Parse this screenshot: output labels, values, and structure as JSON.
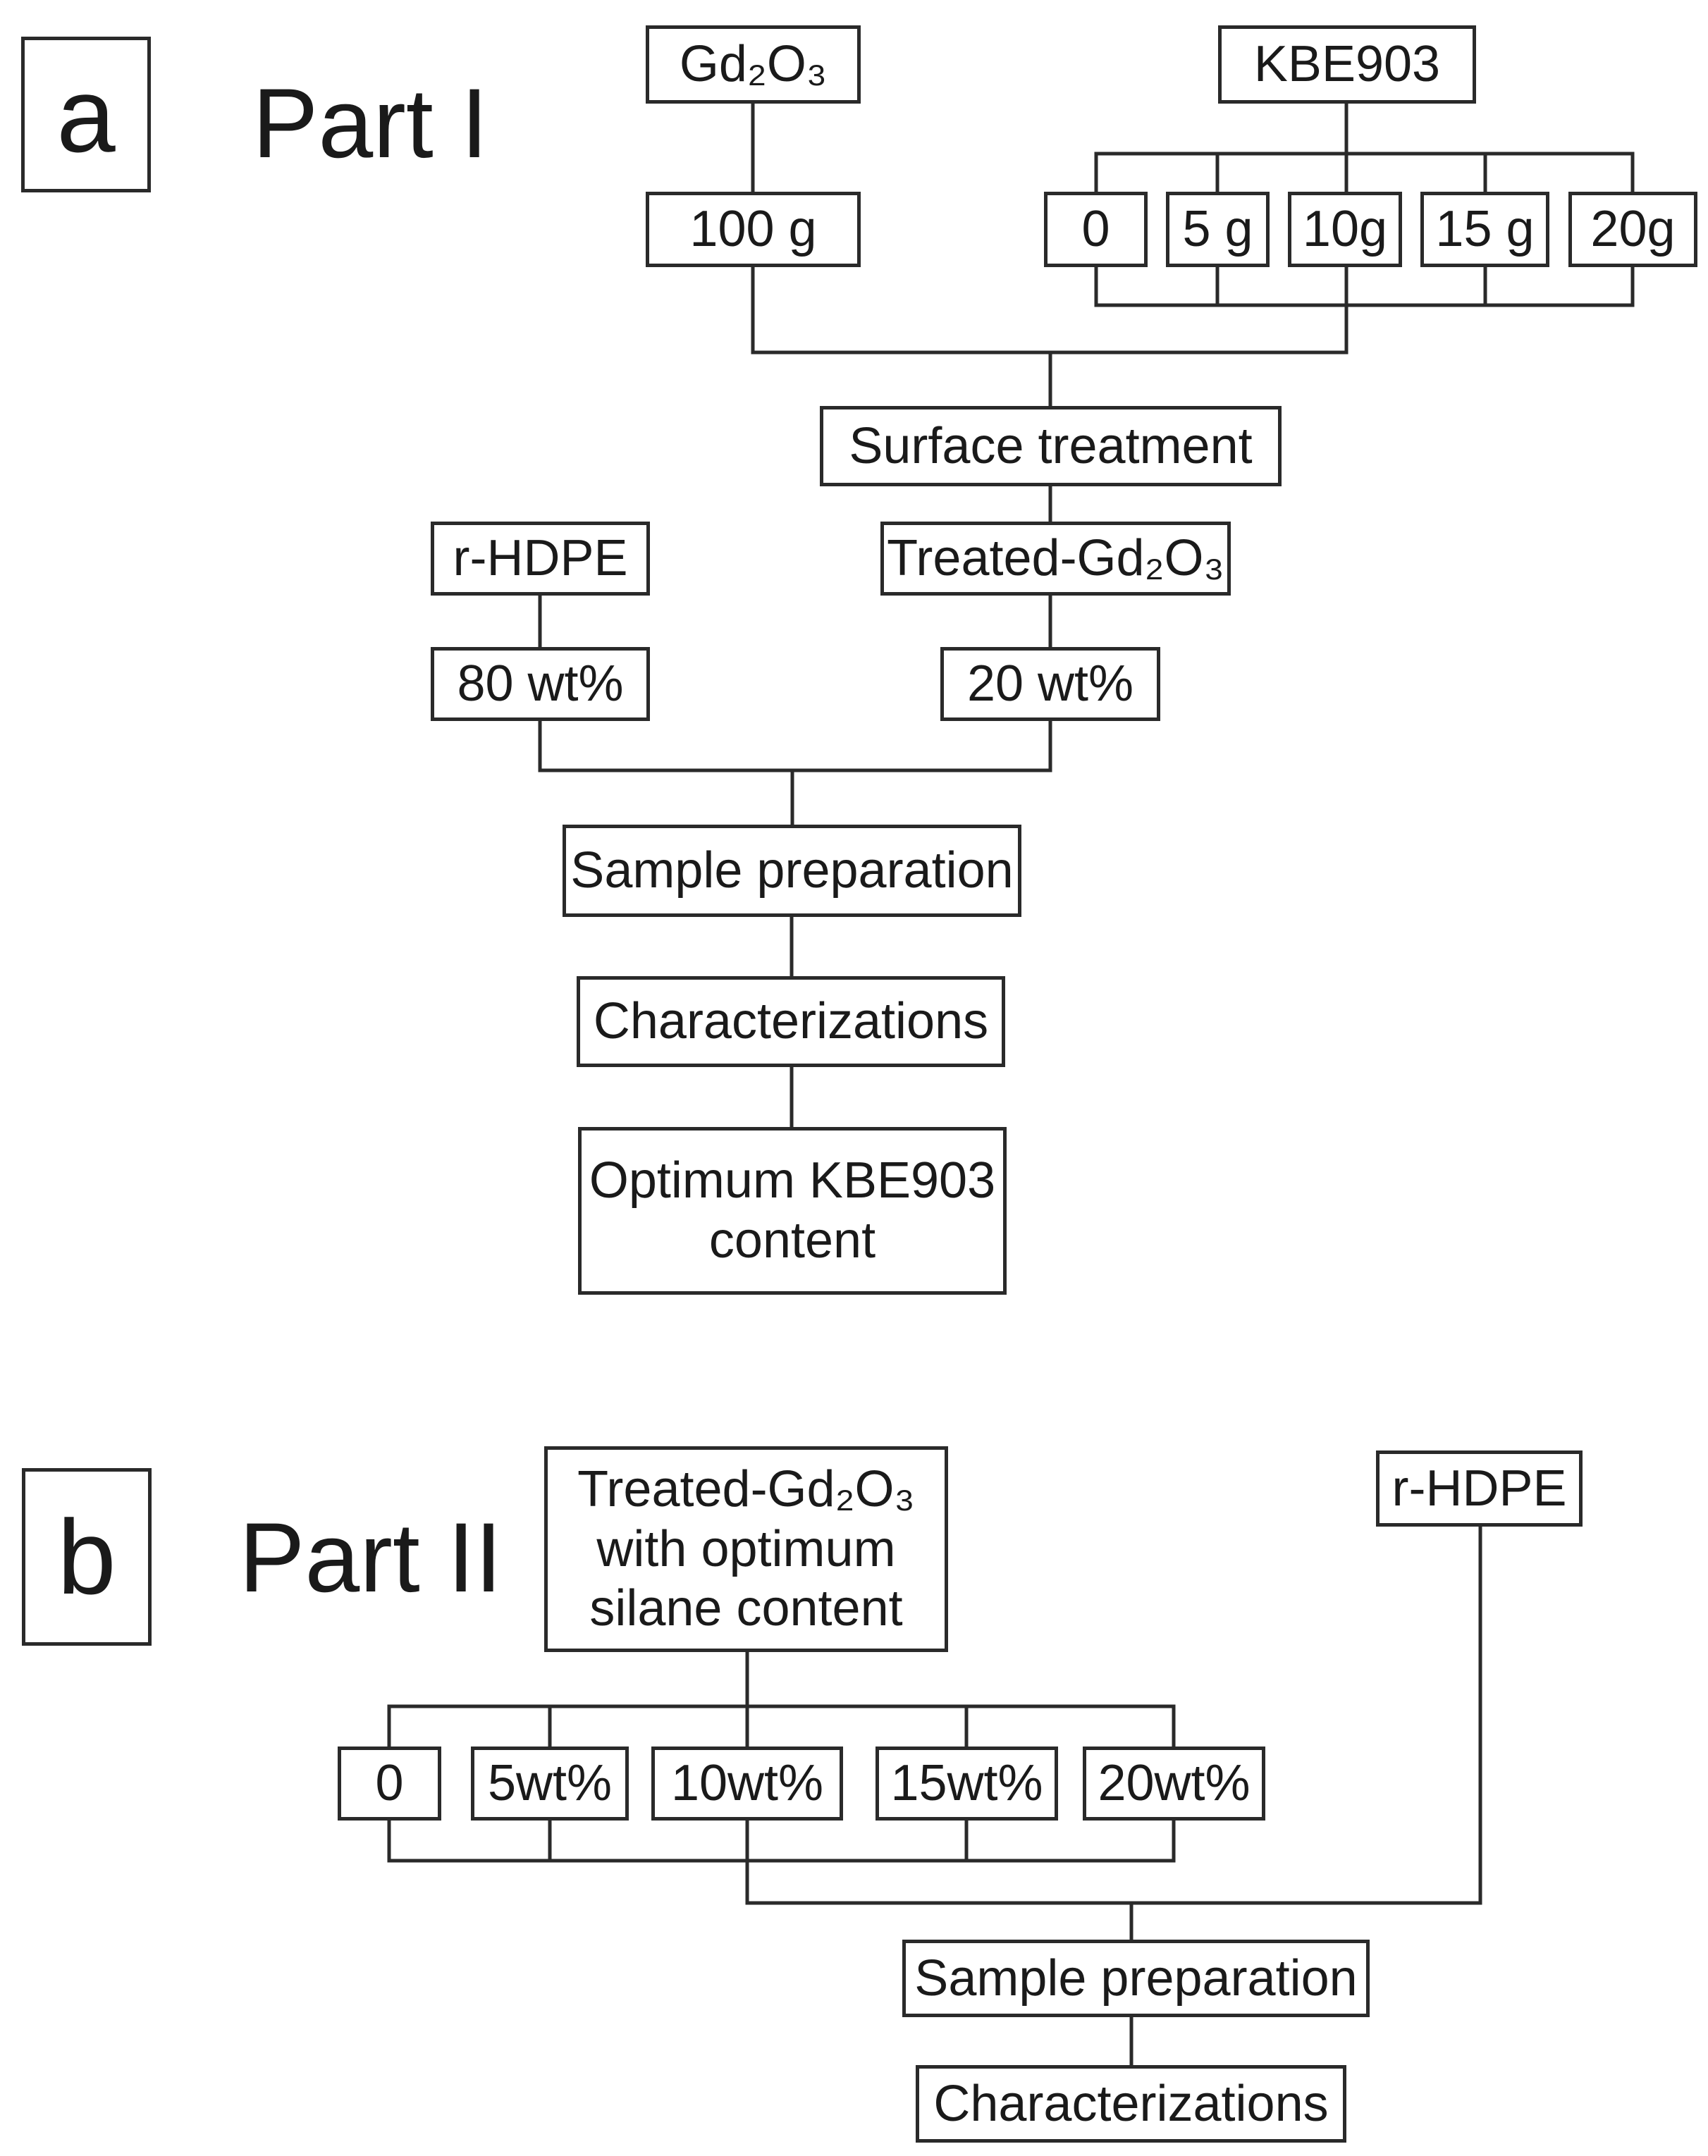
{
  "panel_a": {
    "label": "a",
    "title": "Part I",
    "gd2o3": "Gd₂O₃",
    "kbe903": "KBE903",
    "gd2o3_amount": "100 g",
    "kbe_amounts": [
      "0",
      "5 g",
      "10g",
      "15 g",
      "20g"
    ],
    "surface_treatment": "Surface treatment",
    "r_hdpe": "r-HDPE",
    "treated_gd2o3": "Treated-Gd₂O₃",
    "r_hdpe_amount": "80 wt%",
    "treated_amount": "20 wt%",
    "sample_preparation": "Sample preparation",
    "characterizations": "Characterizations",
    "outcome": "Optimum KBE903\ncontent"
  },
  "panel_b": {
    "label": "b",
    "title": "Part II",
    "treated_optimum": "Treated-Gd₂O₃\nwith optimum\nsilane content",
    "r_hdpe": "r-HDPE",
    "filler_amounts": [
      "0",
      "5wt%",
      "10wt%",
      "15wt%",
      "20wt%"
    ],
    "sample_preparation": "Sample preparation",
    "characterizations": "Characterizations"
  },
  "colors": {
    "line": "#2a2a2a",
    "text": "#1a1a1a",
    "background": "#ffffff"
  }
}
